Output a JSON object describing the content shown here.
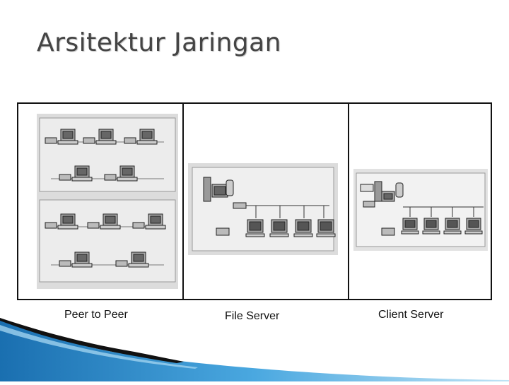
{
  "slide": {
    "title": "Arsitektur Jaringan"
  },
  "panels": [
    {
      "caption": "Peer to Peer"
    },
    {
      "caption": "File Server"
    },
    {
      "caption": "Client Server"
    }
  ],
  "colors": {
    "title": "#444444",
    "frame": "#111111",
    "scan_bg": "#d8d8d8",
    "footer_blue": "#2a8fd0"
  }
}
